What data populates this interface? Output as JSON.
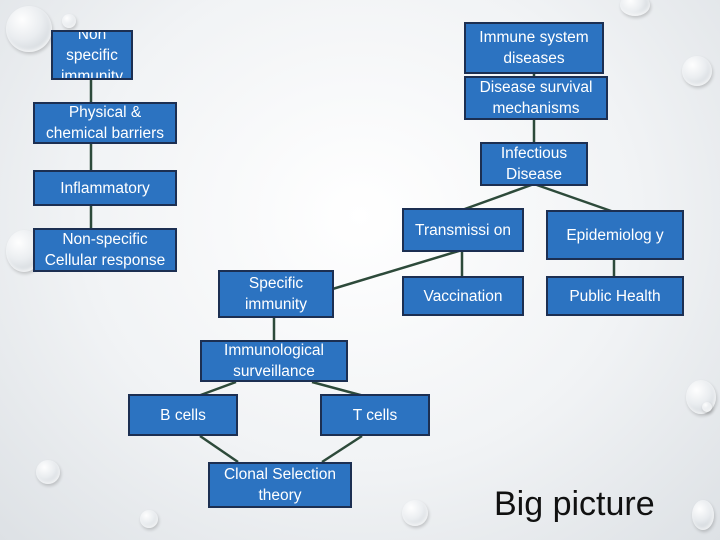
{
  "nodes": {
    "non_specific_immunity": "Non specific immunity",
    "physical_chemical_barriers": "Physical & chemical barriers",
    "inflammatory": "Inflammatory",
    "non_specific_cellular_response": "Non-specific Cellular response",
    "immune_system_diseases": "Immune system diseases",
    "disease_survival_mechanisms": "Disease survival mechanisms",
    "infectious_disease": "Infectious Disease",
    "transmission": "Transmissi on",
    "epidemiology": "Epidemiolog y",
    "vaccination": "Vaccination",
    "public_health": "Public Health",
    "specific_immunity": "Specific immunity",
    "immunological_surveillance": "Immunological surveillance",
    "b_cells": "B cells",
    "t_cells": "T cells",
    "clonal_selection_theory": "Clonal Selection theory"
  },
  "caption": "Big picture",
  "colors": {
    "box_fill": "#2c73c1",
    "box_border": "#1c2f52",
    "box_text": "#ffffff",
    "connector": "#2d4a3a"
  }
}
